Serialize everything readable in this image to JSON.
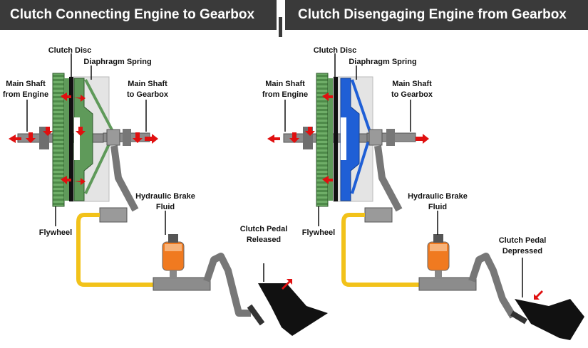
{
  "panels": [
    {
      "title": "Clutch Connecting Engine to Gearbox",
      "labels": {
        "clutch_disc": "Clutch Disc",
        "diaphragm_spring": "Diaphragm Spring",
        "main_shaft_engine_1": "Main Shaft",
        "main_shaft_engine_2": "from Engine",
        "main_shaft_gearbox_1": "Main Shaft",
        "main_shaft_gearbox_2": "to Gearbox",
        "hydraulic_1": "Hydraulic Brake",
        "hydraulic_2": "Fluid",
        "flywheel": "Flywheel",
        "pedal_1": "Clutch Pedal",
        "pedal_2": "Released"
      }
    },
    {
      "title": "Clutch Disengaging Engine from Gearbox",
      "labels": {
        "clutch_disc": "Clutch Disc",
        "diaphragm_spring": "Diaphragm Spring",
        "main_shaft_engine_1": "Main Shaft",
        "main_shaft_engine_2": "from Engine",
        "main_shaft_gearbox_1": "Main Shaft",
        "main_shaft_gearbox_2": "to Gearbox",
        "hydraulic_1": "Hydraulic Brake",
        "hydraulic_2": "Fluid",
        "flywheel": "Flywheel",
        "pedal_1": "Clutch Pedal",
        "pedal_2": "Depressed"
      }
    }
  ],
  "colors": {
    "header_bg": "#3a3a3a",
    "flywheel": "#5f9a5a",
    "spring_engaged": "#5f9a5a",
    "spring_disengaged": "#1f5fd6",
    "fluid_line": "#f2c21a",
    "reservoir_fluid": "#f07a20",
    "arrow": "#e01010",
    "metal": "#8c8c8c"
  }
}
